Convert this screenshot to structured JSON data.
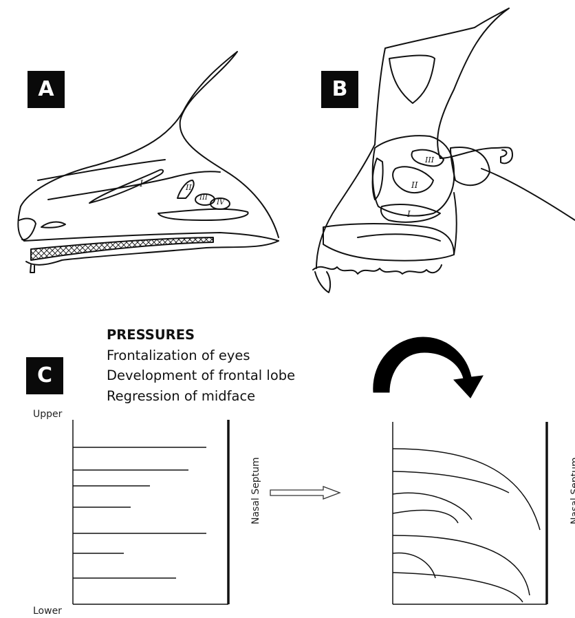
{
  "panels": {
    "a_label": "A",
    "b_label": "B",
    "c_label": "C"
  },
  "pressures": {
    "title": "PRESSURES",
    "items": [
      "Frontalization of eyes",
      "Development of frontal lobe",
      "Regression of midface"
    ]
  },
  "axis": {
    "upper": "Upper",
    "lower": "Lower"
  },
  "septum": {
    "left_label": "Nasal Septum",
    "right_label": "Nasal Septum"
  },
  "turbinates": {
    "a": [
      "I",
      "II",
      "III",
      "IV"
    ],
    "b": [
      "III",
      "II",
      "I"
    ]
  }
}
